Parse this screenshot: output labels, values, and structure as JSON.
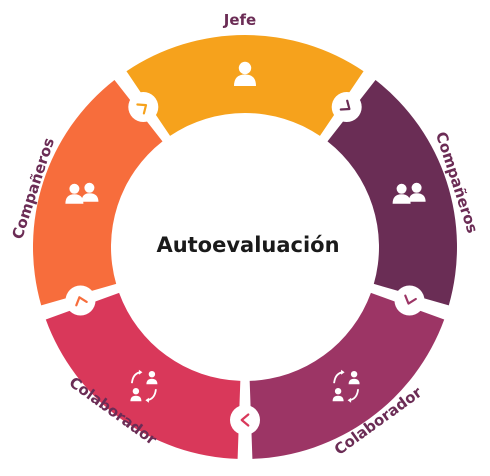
{
  "center": {
    "label": "Autoevaluación"
  },
  "segments": [
    {
      "label": "Jefe",
      "color": "#f6a21c",
      "icon": "person-icon"
    },
    {
      "label": "Compañeros",
      "color": "#6a2d55",
      "icon": "people-icon"
    },
    {
      "label": "Colaborador",
      "color": "#9c3565",
      "icon": "exchange-people-icon"
    },
    {
      "label": "Colaborador",
      "color": "#d9385a",
      "icon": "exchange-people-icon"
    },
    {
      "label": "Compañeros",
      "color": "#f76d3c",
      "icon": "people-icon"
    }
  ],
  "label_color": "#6b2c55"
}
